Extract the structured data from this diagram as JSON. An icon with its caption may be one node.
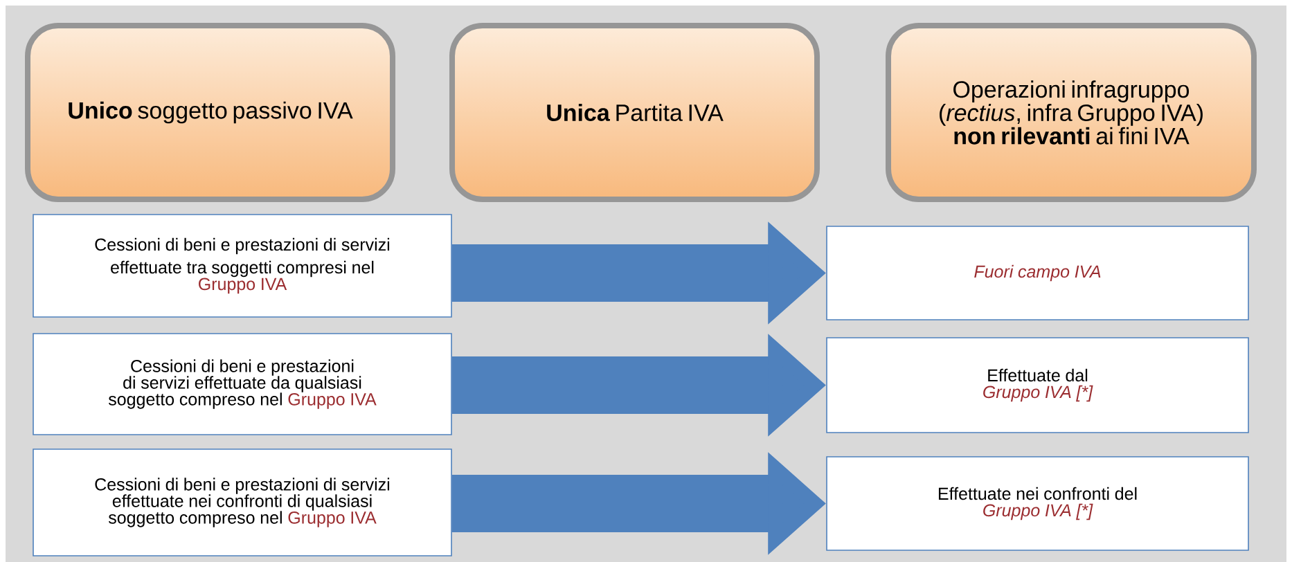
{
  "diagram": {
    "nodes": [
      {
        "text": [
          "**Unico** soggetto passivo IVA"
        ]
      },
      {
        "text": [
          "**Unica** Partita IVA"
        ]
      },
      {
        "text": [
          "Operazioni infragruppo (*rectius*, infra Gruppo IVA) **non rilevanti** ai fini IVA"
        ]
      },
      {
        "text": [
          "Cessioni di beni e prestazioni di servizi effettuate tra soggetti compresi nel",
          "Gruppo IVA"
        ]
      },
      {
        "text": [
          "Cessioni di beni e prestazioni di servizi effettuate da qualsiasi soggetto compreso nel",
          "Gruppo IVA"
        ]
      },
      {
        "text": [
          "Cessioni di beni e prestazioni di servizi effettuate nei confronti di qualsiasi soggetto compreso nel",
          "Gruppo IVA"
        ]
      },
      {
        "text": [
          "Fuori campo IVA"
        ]
      },
      {
        "text": [
          "Effettuate dal",
          "Gruppo IVA [*]"
        ]
      },
      {
        "text": [
          "Effettuate nei confronti del",
          "Gruppo IVA [*]"
        ]
      }
    ],
    "edges": [
      {
        "from": 3,
        "to": 6,
        "arrow": "to"
      },
      {
        "from": 4,
        "to": 7,
        "arrow": "to"
      },
      {
        "from": 5,
        "to": 8,
        "arrow": "to"
      }
    ]
  }
}
